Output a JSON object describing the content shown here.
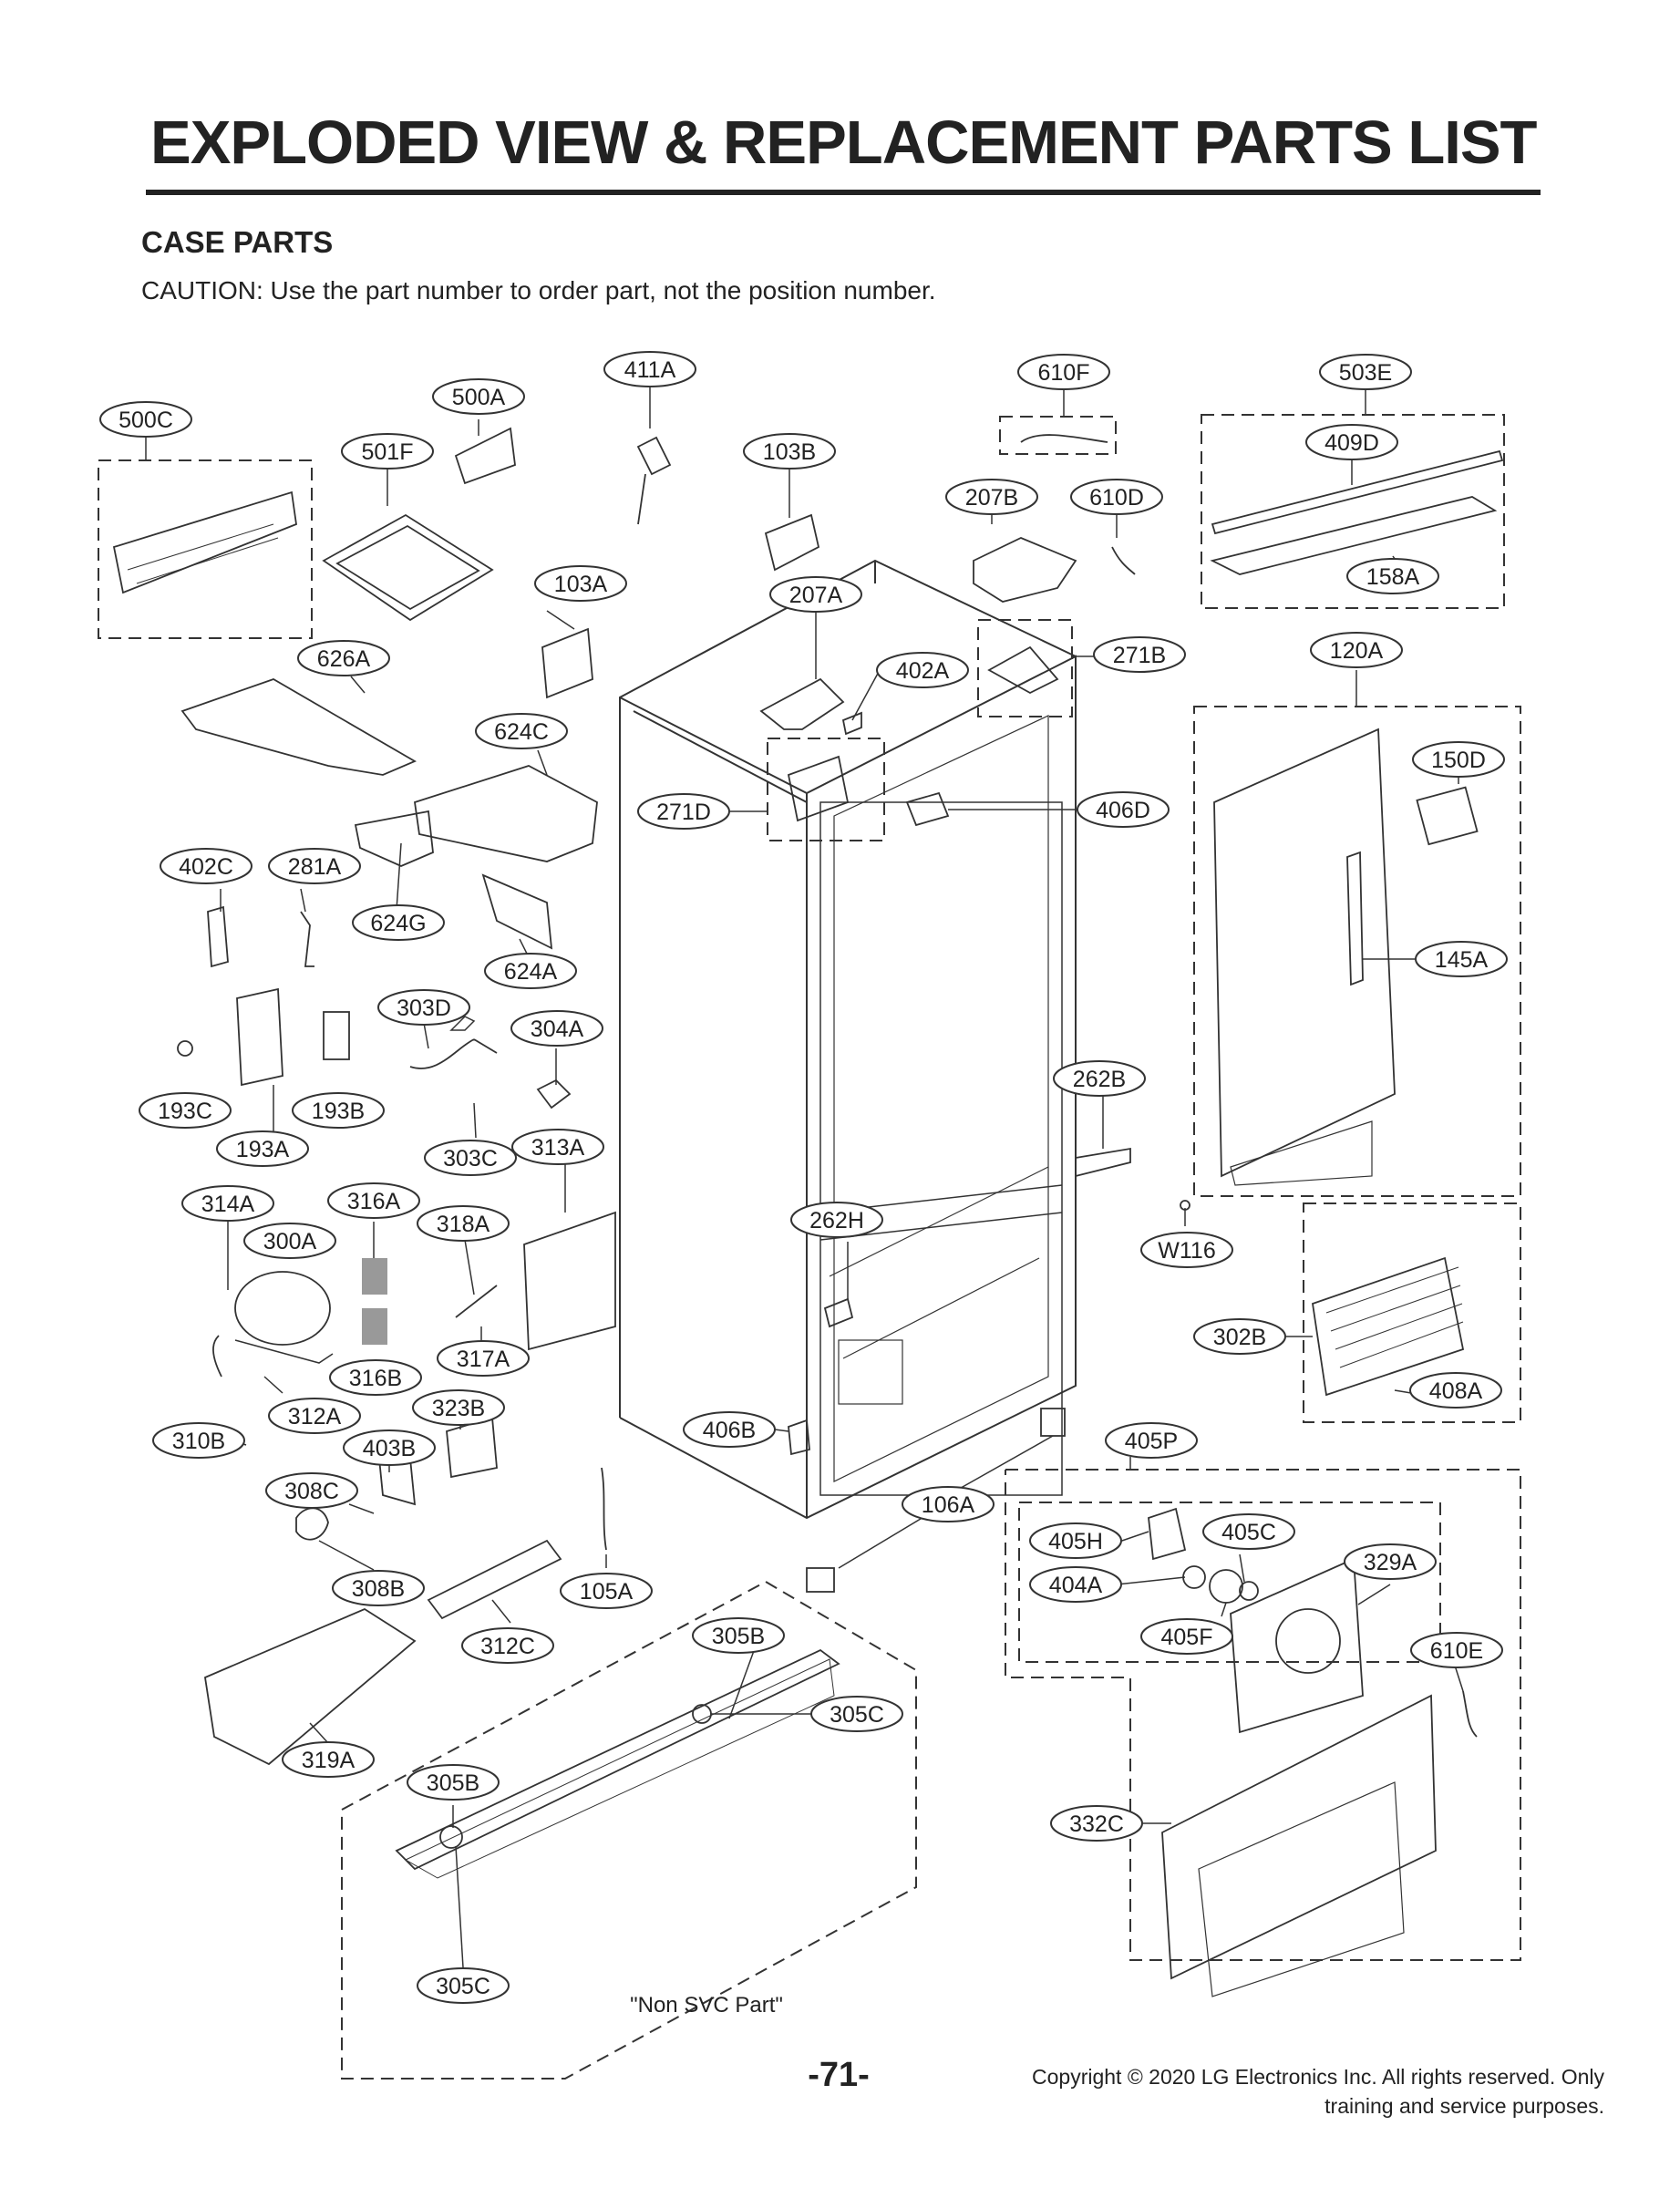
{
  "header": {
    "title": "EXPLODED VIEW & REPLACEMENT PARTS LIST",
    "section": "CASE PARTS",
    "caution": "CAUTION: Use the part number to order part, not the position number."
  },
  "diagram": {
    "note": "\"Non SVC Part\"",
    "callouts": [
      {
        "id": "c500C",
        "label": "500C"
      },
      {
        "id": "c500A",
        "label": "500A"
      },
      {
        "id": "c501F",
        "label": "501F"
      },
      {
        "id": "c411A",
        "label": "411A"
      },
      {
        "id": "c103B",
        "label": "103B"
      },
      {
        "id": "c610F",
        "label": "610F"
      },
      {
        "id": "c503E",
        "label": "503E"
      },
      {
        "id": "c409D",
        "label": "409D"
      },
      {
        "id": "c207B",
        "label": "207B"
      },
      {
        "id": "c610D",
        "label": "610D"
      },
      {
        "id": "c158A",
        "label": "158A"
      },
      {
        "id": "c103A",
        "label": "103A"
      },
      {
        "id": "c207A",
        "label": "207A"
      },
      {
        "id": "c626A",
        "label": "626A"
      },
      {
        "id": "c402A",
        "label": "402A"
      },
      {
        "id": "c271B",
        "label": "271B"
      },
      {
        "id": "c120A",
        "label": "120A"
      },
      {
        "id": "c624C",
        "label": "624C"
      },
      {
        "id": "c150D",
        "label": "150D"
      },
      {
        "id": "c271D",
        "label": "271D"
      },
      {
        "id": "c406D",
        "label": "406D"
      },
      {
        "id": "c402C",
        "label": "402C"
      },
      {
        "id": "c281A",
        "label": "281A"
      },
      {
        "id": "c624G",
        "label": "624G"
      },
      {
        "id": "c624A",
        "label": "624A"
      },
      {
        "id": "c145A",
        "label": "145A"
      },
      {
        "id": "c303D",
        "label": "303D"
      },
      {
        "id": "c304A",
        "label": "304A"
      },
      {
        "id": "c262B",
        "label": "262B"
      },
      {
        "id": "c193C",
        "label": "193C"
      },
      {
        "id": "c193B",
        "label": "193B"
      },
      {
        "id": "c193A",
        "label": "193A"
      },
      {
        "id": "c303C",
        "label": "303C"
      },
      {
        "id": "c313A",
        "label": "313A"
      },
      {
        "id": "c314A",
        "label": "314A"
      },
      {
        "id": "c316A",
        "label": "316A"
      },
      {
        "id": "c318A",
        "label": "318A"
      },
      {
        "id": "c262H",
        "label": "262H"
      },
      {
        "id": "c300A",
        "label": "300A"
      },
      {
        "id": "cW116",
        "label": "W116"
      },
      {
        "id": "c302B",
        "label": "302B"
      },
      {
        "id": "c316B",
        "label": "316B"
      },
      {
        "id": "c317A",
        "label": "317A"
      },
      {
        "id": "c408A",
        "label": "408A"
      },
      {
        "id": "c312A",
        "label": "312A"
      },
      {
        "id": "c323B",
        "label": "323B"
      },
      {
        "id": "c310B",
        "label": "310B"
      },
      {
        "id": "c403B",
        "label": "403B"
      },
      {
        "id": "c406B",
        "label": "406B"
      },
      {
        "id": "c405P",
        "label": "405P"
      },
      {
        "id": "c308C",
        "label": "308C"
      },
      {
        "id": "c106A",
        "label": "106A"
      },
      {
        "id": "c405H",
        "label": "405H"
      },
      {
        "id": "c405C",
        "label": "405C"
      },
      {
        "id": "c404A",
        "label": "404A"
      },
      {
        "id": "c329A",
        "label": "329A"
      },
      {
        "id": "c308B",
        "label": "308B"
      },
      {
        "id": "c105A",
        "label": "105A"
      },
      {
        "id": "c405F",
        "label": "405F"
      },
      {
        "id": "c312C",
        "label": "312C"
      },
      {
        "id": "c305B_1",
        "label": "305B"
      },
      {
        "id": "c610E",
        "label": "610E"
      },
      {
        "id": "c305C_1",
        "label": "305C"
      },
      {
        "id": "c319A",
        "label": "319A"
      },
      {
        "id": "c305B_2",
        "label": "305B"
      },
      {
        "id": "c332C",
        "label": "332C"
      },
      {
        "id": "c305C_2",
        "label": "305C"
      }
    ]
  },
  "footer": {
    "page_number": "-71-",
    "copyright_line1": "Copyright © 2020 LG Electronics Inc. All rights reserved. Only",
    "copyright_line2": "training and service purposes."
  }
}
